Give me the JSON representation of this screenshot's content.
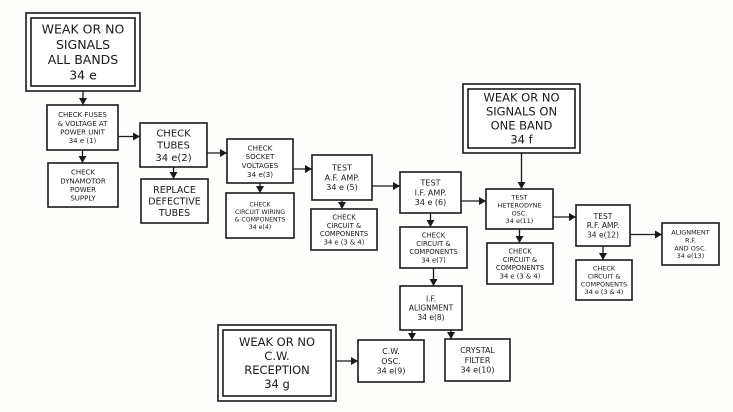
{
  "diagram": {
    "boxes": [
      {
        "id": "all-bands",
        "double": true,
        "lines": [
          "WEAK OR NO",
          "SIGNALS",
          "ALL BANDS",
          "34 e"
        ]
      },
      {
        "id": "fuses",
        "lines": [
          "CHECK FUSES",
          "& VOLTAGE AT",
          "POWER UNIT",
          "34 e (1)"
        ]
      },
      {
        "id": "dynamotor",
        "lines": [
          "CHECK",
          "DYNAMOTOR",
          "POWER",
          "SUPPLY"
        ]
      },
      {
        "id": "tubes",
        "lines": [
          "CHECK",
          "TUBES",
          "34 e(2)"
        ]
      },
      {
        "id": "replace",
        "lines": [
          "REPLACE",
          "DEFECTIVE",
          "TUBES"
        ]
      },
      {
        "id": "socket",
        "lines": [
          "CHECK",
          "SOCKET",
          "VOLTAGES",
          "34 e(3)"
        ]
      },
      {
        "id": "wiring",
        "lines": [
          "CHECK",
          "CIRCUIT WIRING",
          "& COMPONENTS",
          "34 e(4)"
        ]
      },
      {
        "id": "af-amp",
        "lines": [
          "TEST",
          "A.F. AMP.",
          "34 e (5)"
        ]
      },
      {
        "id": "af-circuit",
        "lines": [
          "CHECK",
          "CIRCUIT &",
          "COMPONENTS",
          "34 e (3 & 4)"
        ]
      },
      {
        "id": "if-amp",
        "lines": [
          "TEST",
          "I.F. AMP.",
          "34 e (6)"
        ]
      },
      {
        "id": "if-circuit",
        "lines": [
          "CHECK",
          "CIRCUIT &",
          "COMPONENTS",
          "34 e(7)"
        ]
      },
      {
        "id": "if-align",
        "lines": [
          "I.F.",
          "ALIGNMENT",
          "34 e(8)"
        ]
      },
      {
        "id": "cw-osc",
        "lines": [
          "C.W.",
          "OSC.",
          "34 e(9)"
        ]
      },
      {
        "id": "crystal",
        "lines": [
          "CRYSTAL",
          "FILTER",
          "34 e(10)"
        ]
      },
      {
        "id": "cw-reception",
        "double": true,
        "lines": [
          "WEAK OR NO",
          "C.W.",
          "RECEPTION",
          "34 g"
        ]
      },
      {
        "id": "one-band",
        "double": true,
        "lines": [
          "WEAK OR NO",
          "SIGNALS ON",
          "ONE BAND",
          "34 f"
        ]
      },
      {
        "id": "heterodyne",
        "lines": [
          "TEST",
          "HETERODYNE",
          "OSC.",
          "34 e(11)"
        ]
      },
      {
        "id": "het-circuit",
        "lines": [
          "CHECK",
          "CIRCUIT &",
          "COMPONENTS",
          "34 e (3 & 4)"
        ]
      },
      {
        "id": "rf-amp",
        "lines": [
          "TEST",
          "R.F. AMP.",
          "34 e(12)"
        ]
      },
      {
        "id": "rf-circuit",
        "lines": [
          "CHECK",
          "CIRCUIT &",
          "COMPONENTS",
          "34 e (3 & 4)"
        ]
      },
      {
        "id": "rf-align",
        "lines": [
          "ALIGNMENT",
          "R.F.",
          "AND OSC.",
          "34 e(13)"
        ]
      }
    ],
    "edges": [
      [
        "all-bands",
        "fuses"
      ],
      [
        "fuses",
        "dynamotor"
      ],
      [
        "fuses",
        "tubes"
      ],
      [
        "tubes",
        "replace"
      ],
      [
        "tubes",
        "socket"
      ],
      [
        "socket",
        "wiring"
      ],
      [
        "socket",
        "af-amp"
      ],
      [
        "af-amp",
        "af-circuit"
      ],
      [
        "af-amp",
        "if-amp"
      ],
      [
        "if-amp",
        "if-circuit"
      ],
      [
        "if-circuit",
        "if-align"
      ],
      [
        "if-align",
        "cw-osc"
      ],
      [
        "if-align",
        "crystal"
      ],
      [
        "cw-reception",
        "cw-osc"
      ],
      [
        "if-amp",
        "heterodyne"
      ],
      [
        "one-band",
        "heterodyne"
      ],
      [
        "heterodyne",
        "het-circuit"
      ],
      [
        "heterodyne",
        "rf-amp"
      ],
      [
        "rf-amp",
        "rf-circuit"
      ],
      [
        "rf-amp",
        "rf-align"
      ]
    ]
  }
}
